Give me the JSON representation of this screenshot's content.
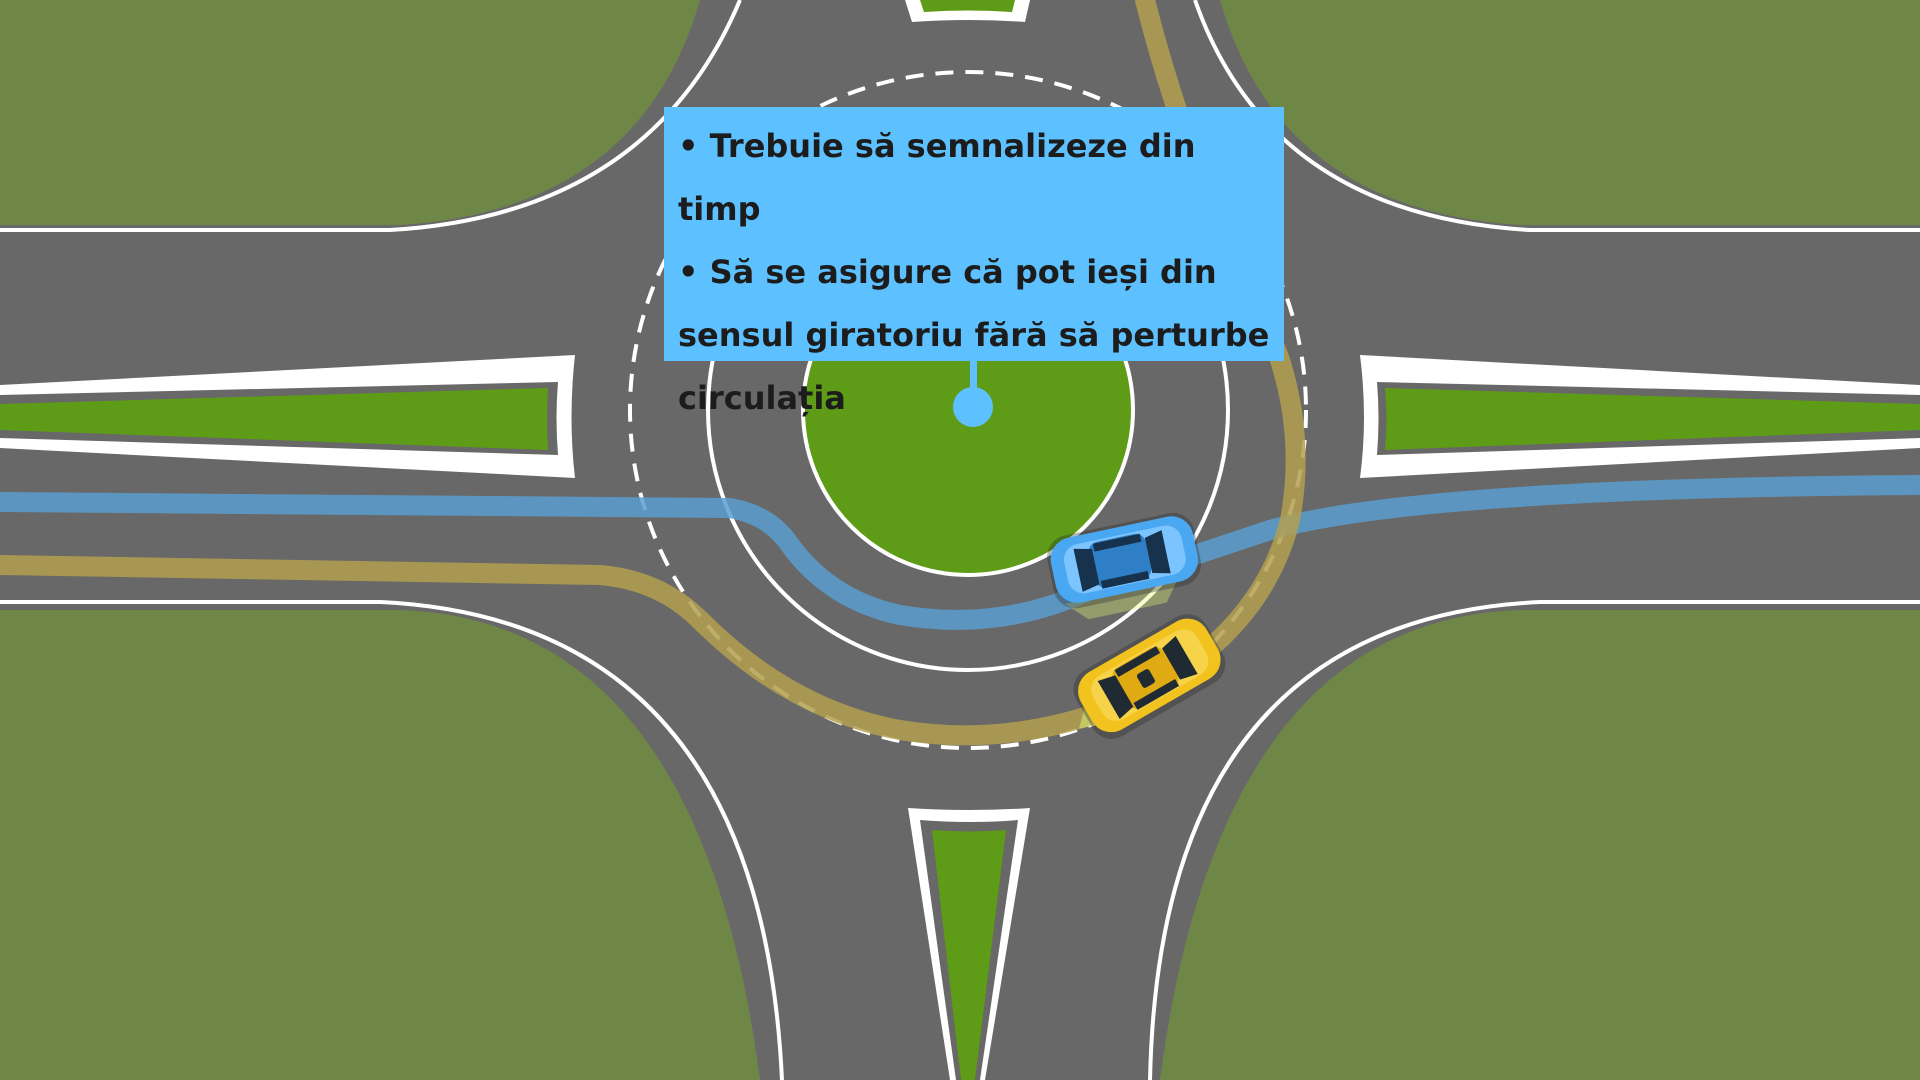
{
  "callout": {
    "line1": "• Trebuie să semnalizeze din timp",
    "line2": "• Să se asigure că pot ieși din",
    "line3": "sensul giratoriu fără să perturbe",
    "line4": "circulația"
  },
  "colors": {
    "grass": "#6f8746",
    "median_green": "#5e9b16",
    "asphalt": "#686868",
    "marking": "#ffffff",
    "callout_bg": "#5ec1ff",
    "path_blue": "#5b9fd0",
    "path_yellow": "#b3a04f",
    "car_blue": "#4aa7f2",
    "car_yellow": "#f2c21f"
  },
  "vehicles": [
    {
      "name": "blue car",
      "icon": "car-blue-icon"
    },
    {
      "name": "yellow taxi",
      "icon": "car-yellow-icon"
    }
  ]
}
